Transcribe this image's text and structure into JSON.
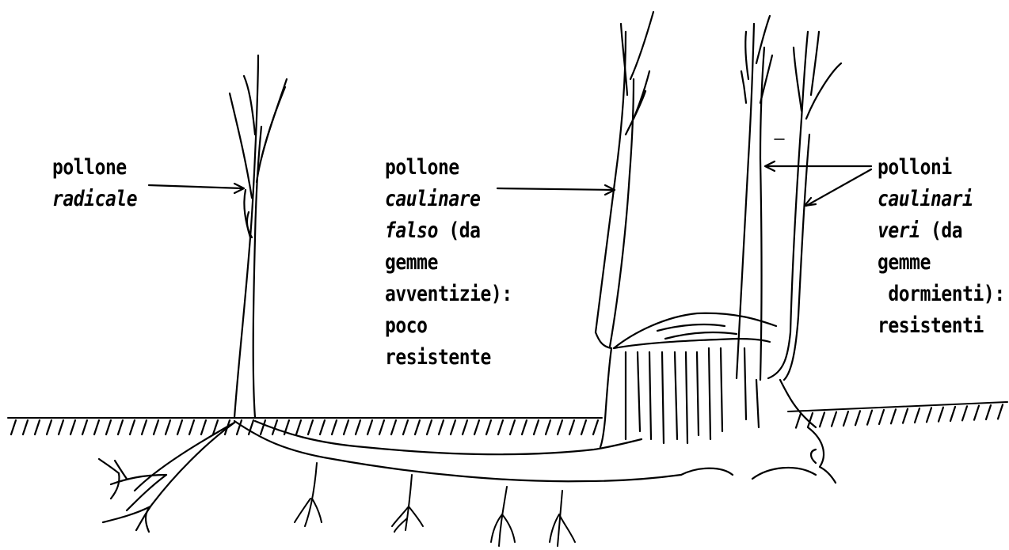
{
  "labels": {
    "radicale": {
      "line1": "pollone",
      "line2": "radicale"
    },
    "falso": {
      "line1": "pollone",
      "line2": "caulinare",
      "line3_italic": "falso",
      "line3_rest": " (da",
      "line4": "gemme",
      "line5": "avventizie):",
      "line6": "poco",
      "line7": "resistente"
    },
    "veri": {
      "line1": "polloni",
      "line2": "caulinari",
      "line3_italic": "veri",
      "line3_rest": " (da",
      "line4": "gemme",
      "line5": " dormienti):",
      "line6": "resistenti"
    }
  }
}
